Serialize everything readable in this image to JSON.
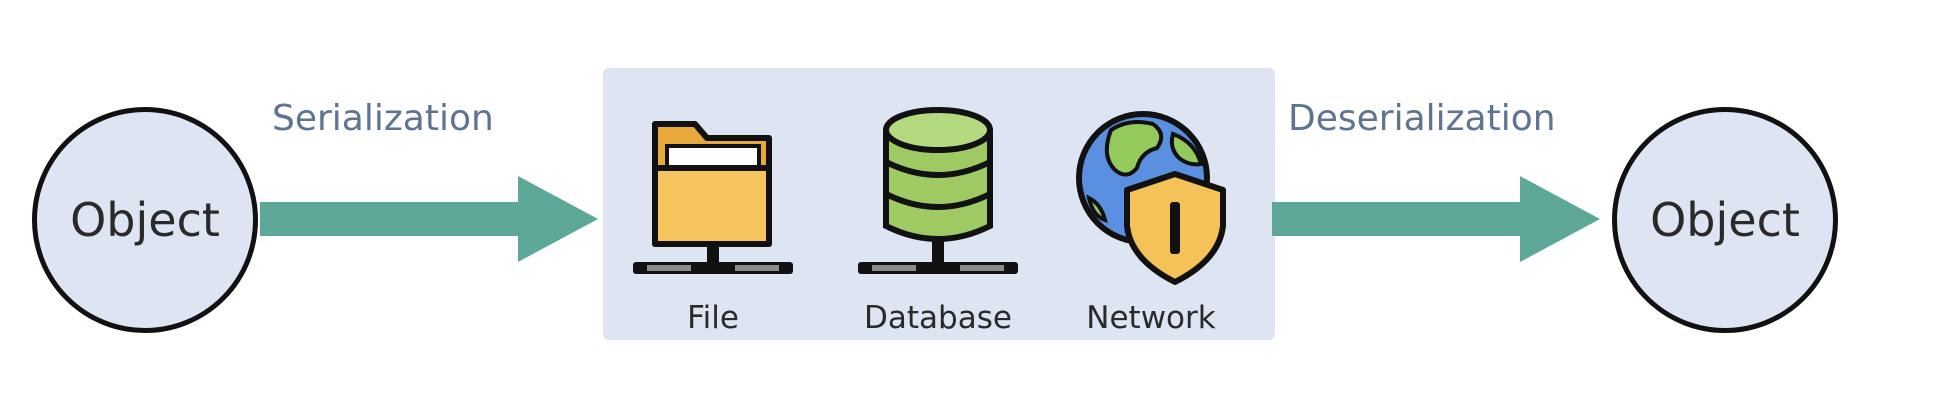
{
  "nodes": {
    "source": {
      "label": "Object"
    },
    "target": {
      "label": "Object"
    }
  },
  "edges": {
    "serialization": {
      "label": "Serialization"
    },
    "deserialization": {
      "label": "Deserialization"
    }
  },
  "storage": {
    "items": [
      {
        "label": "File",
        "icon": "folder-icon"
      },
      {
        "label": "Database",
        "icon": "database-icon"
      },
      {
        "label": "Network",
        "icon": "globe-shield-icon"
      }
    ]
  },
  "colors": {
    "node_fill": "#dde5f2",
    "panel_fill": "#dde5f2",
    "arrow": "#5ea89a",
    "edge_label": "#5f7490",
    "folder": "#f7c55e",
    "database": "#9fca63",
    "globe_water": "#5b8fe0",
    "globe_land": "#94c95c",
    "shield": "#f5c25a"
  }
}
